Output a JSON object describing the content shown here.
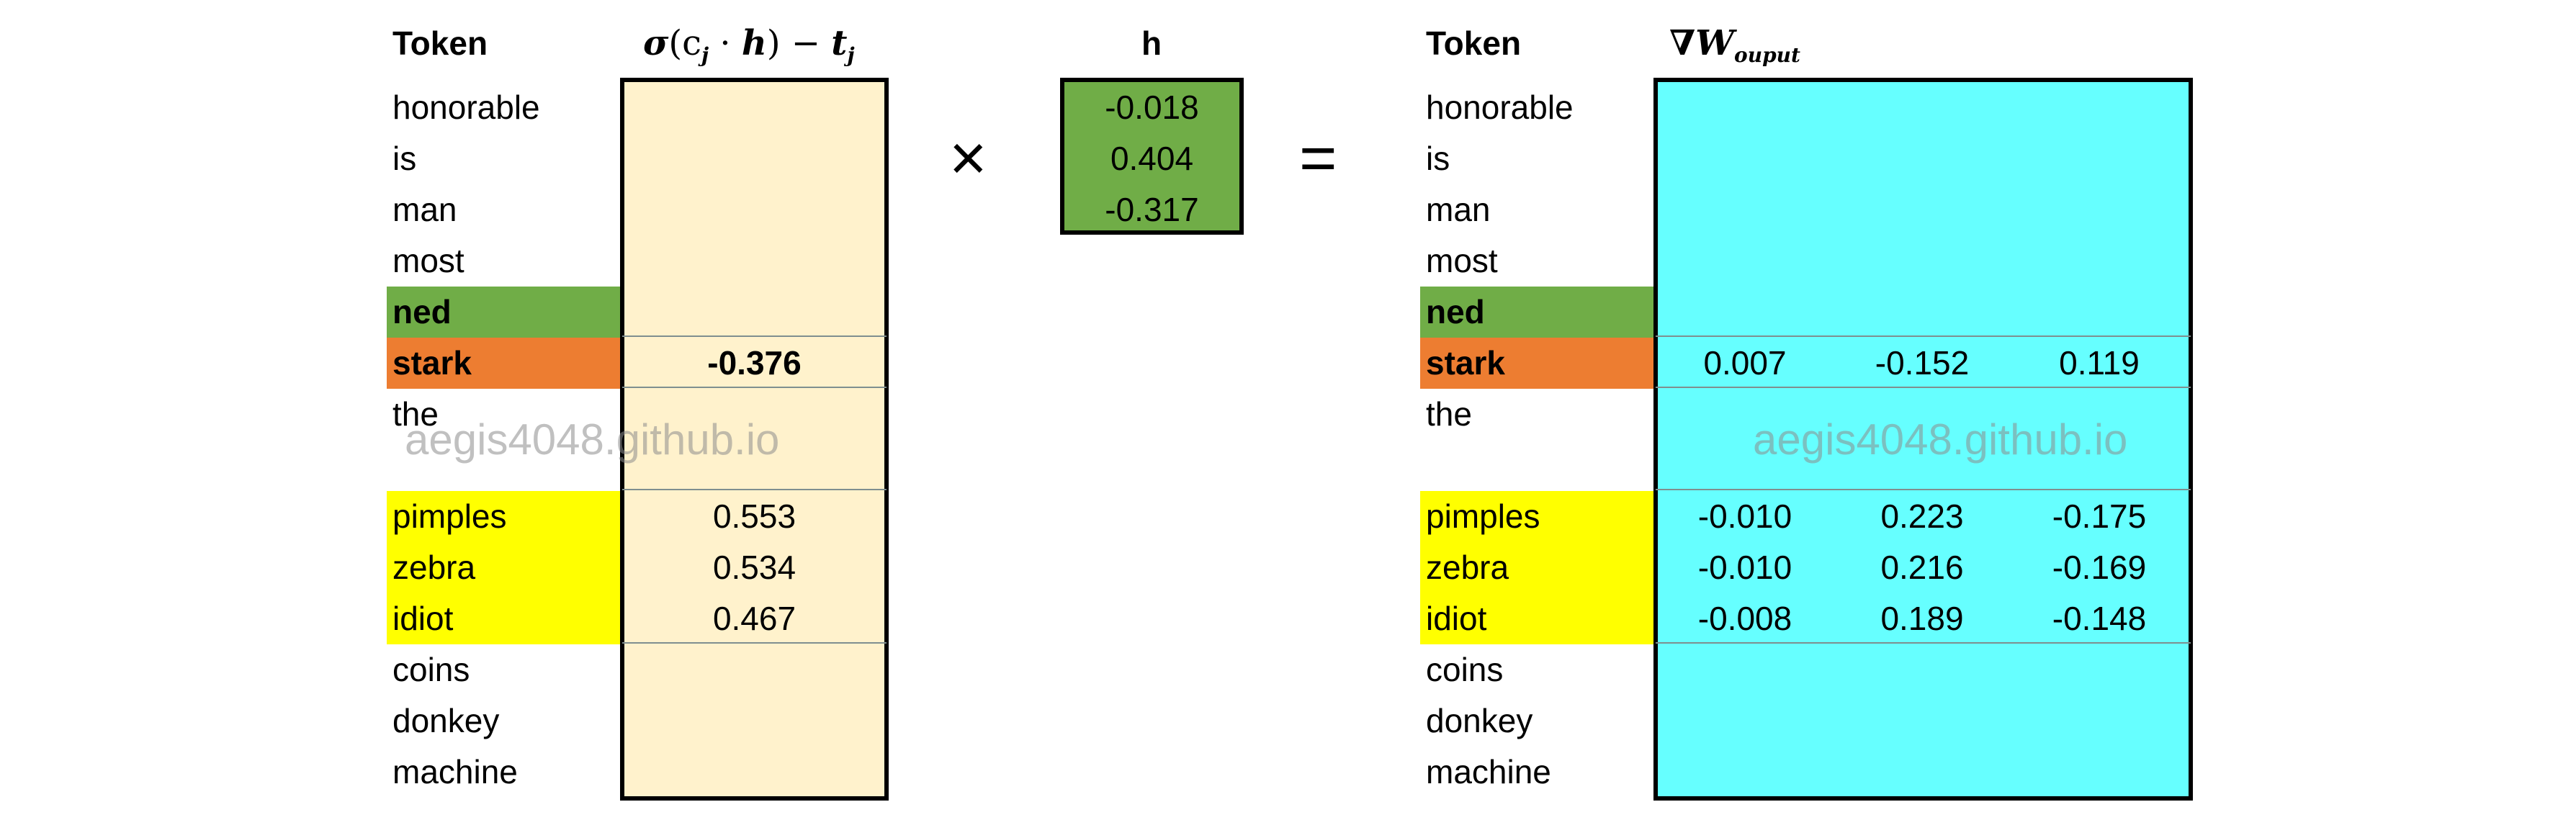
{
  "left_panel": {
    "token_header": "Token",
    "column_header": {
      "sigma": "σ",
      "inner": "(c",
      "sub_j": "j",
      "dot": " · ",
      "h": "h",
      "close": ")",
      "minus": " − ",
      "t": "t",
      "sub_j2": "j"
    },
    "tokens": [
      "honorable",
      "is",
      "man",
      "most",
      "ned",
      "stark",
      "the",
      "",
      "pimples",
      "zebra",
      "idiot",
      "coins",
      "donkey",
      "machine"
    ],
    "values": {
      "stark": "-0.376",
      "pimples": "0.553",
      "zebra": "0.534",
      "idiot": "0.467"
    }
  },
  "operators": {
    "times": "×",
    "equals": "="
  },
  "h_vector": {
    "label": "h",
    "values": [
      "-0.018",
      "0.404",
      "-0.317"
    ]
  },
  "right_panel": {
    "token_header": "Token",
    "column_header": {
      "nabla": "∇",
      "w": "W",
      "sub": "ouput"
    },
    "tokens": [
      "honorable",
      "is",
      "man",
      "most",
      "ned",
      "stark",
      "the",
      "",
      "pimples",
      "zebra",
      "idiot",
      "coins",
      "donkey",
      "machine"
    ],
    "rows": {
      "stark": [
        "0.007",
        "-0.152",
        "0.119"
      ],
      "pimples": [
        "-0.010",
        "0.223",
        "-0.175"
      ],
      "zebra": [
        "-0.010",
        "0.216",
        "-0.169"
      ],
      "idiot": [
        "-0.008",
        "0.189",
        "-0.148"
      ]
    }
  },
  "watermark": "aegis4048.github.io",
  "colors": {
    "ned": "#70ad47",
    "stark": "#ed7d31",
    "negative_sample": "#ffff00",
    "sigma_column": "#fff2cc",
    "h_vector": "#70ad47",
    "gradient": "#66ffff"
  }
}
